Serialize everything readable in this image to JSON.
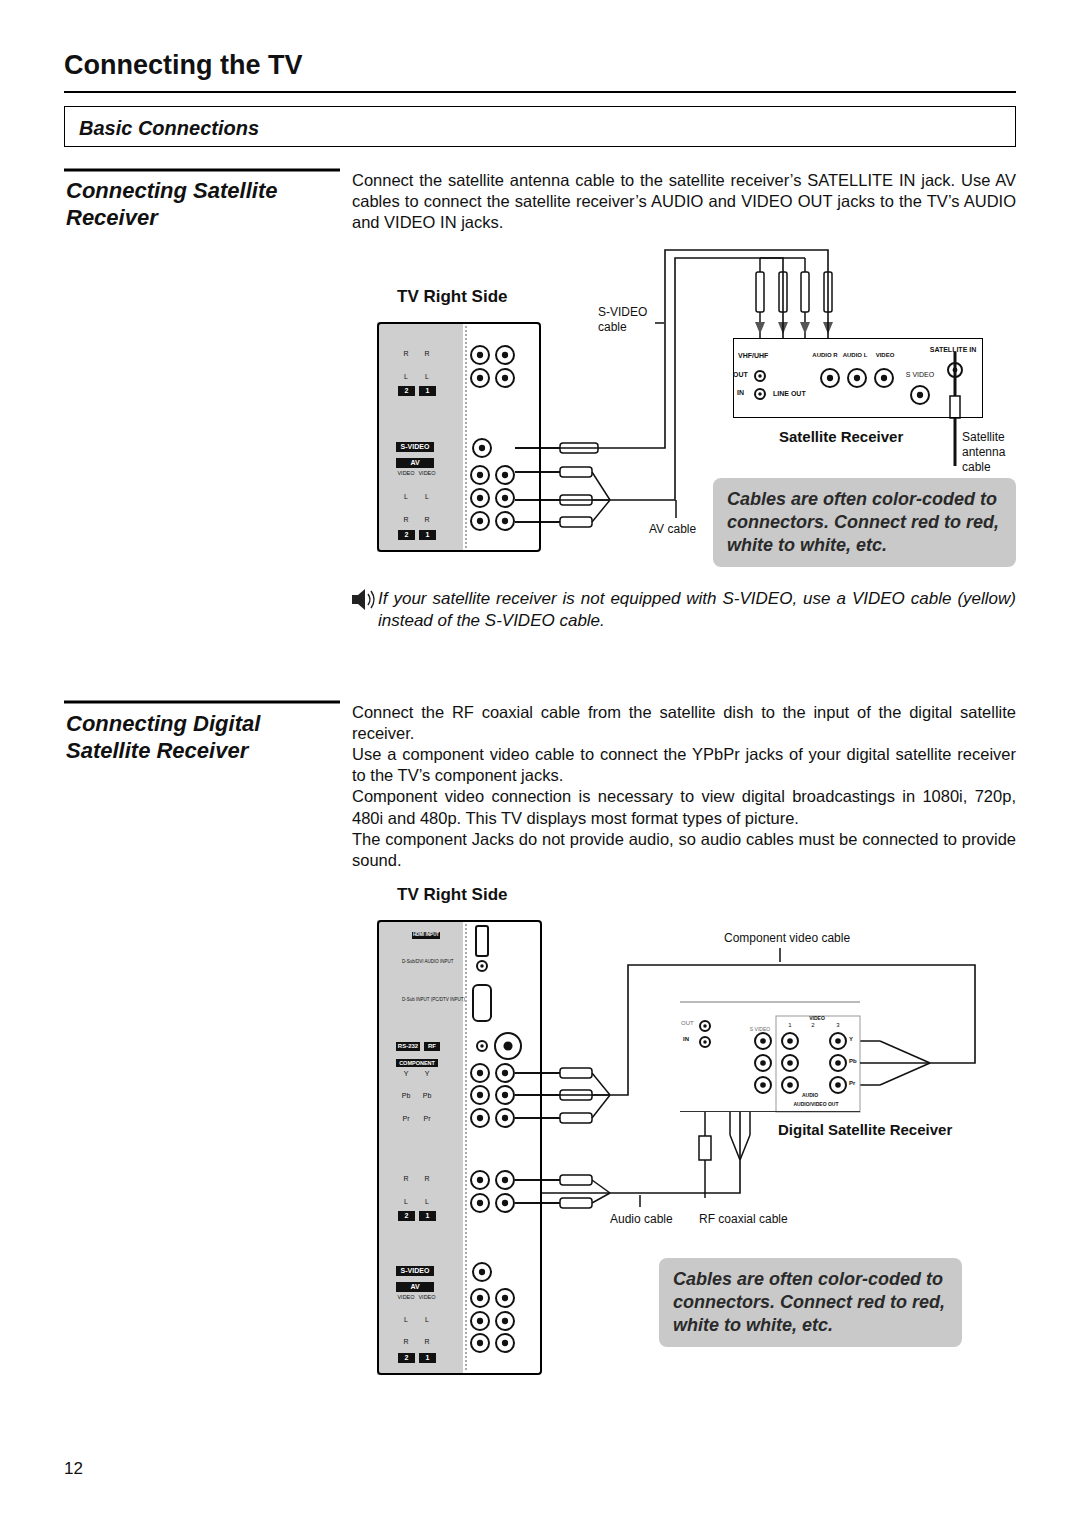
{
  "diagram": {
    "title": "Connecting the TV",
    "nodes": [
      {
        "text": [
          "Basic Connections"
        ]
      },
      {
        "text": [
          "TV Right Side"
        ]
      },
      {
        "text": [
          "Satellite Receiver"
        ]
      },
      {
        "text": [
          "Cables are often color-coded to connectors. Connect red to red, white to white, etc."
        ]
      },
      {
        "text": [
          "TV Right Side"
        ]
      },
      {
        "text": [
          "Digital Satellite Receiver"
        ]
      },
      {
        "text": [
          "Cables are often color-coded to connectors. Connect red to red, white to white, etc."
        ]
      }
    ],
    "edges": [
      {
        "from": 1,
        "to": 2,
        "arrow": "none"
      },
      {
        "from": 1,
        "to": 2,
        "arrow": "none"
      },
      {
        "from": 4,
        "to": 5,
        "arrow": "none"
      },
      {
        "from": 4,
        "to": 5,
        "arrow": "none"
      }
    ],
    "labels": [
      "Connecting Satellite Receiver",
      "Connect the satellite antenna cable to the satellite receiver’s SATELLITE IN jack. Use AV cables to connect the satellite receiver’s AUDIO and VIDEO OUT jacks to the TV’s AUDIO and VIDEO IN jacks.",
      "S-VIDEO cable",
      "AV cable",
      "Satellite antenna cable",
      "If your satellite receiver is not equipped with S-VIDEO, use a VIDEO cable (yellow) instead of the S-VIDEO cable.",
      "Connecting Digital Satellite Receiver",
      "Connect the RF coaxial cable from the satellite dish to the input of the digital satellite receiver.",
      "Use a component video cable to connect the YPbPr jacks of your digital satellite receiver to the TV’s component jacks.",
      "Component video connection is necessary to view digital broadcastings in 1080i, 720p, 480i and 480p. This TV displays most format types of picture.",
      "The component Jacks do not provide audio, so audio cables must be connected to provide sound.",
      "Component video cable",
      "Audio cable",
      "RF coaxial cable",
      "12",
      "R",
      "R",
      "L",
      "L",
      "2",
      "1",
      "S-VIDEO",
      "AV",
      "VIDEO",
      "VIDEO",
      "L",
      "L",
      "R",
      "R",
      "2",
      "1",
      "HDMI INPUT",
      "D-Sub/DVI AUDIO INPUT",
      "D-Sub INPUT (PC/DTV INPUT)",
      "RS-232",
      "RF",
      "COMPONENT",
      "Y",
      "Y",
      "Pb",
      "Pb",
      "Pr",
      "Pr",
      "R",
      "R",
      "L",
      "L",
      "2",
      "1",
      "S-VIDEO",
      "AV",
      "VIDEO",
      "VIDEO",
      "L",
      "L",
      "R",
      "R",
      "2",
      "1",
      "VHF/UHF",
      "AUDIO R",
      "AUDIO L",
      "VIDEO",
      "SATELLITE IN",
      "OUT",
      "IN",
      "S VIDEO",
      "LINE OUT",
      "OUT",
      "IN",
      "S VIDEO",
      "VIDEO",
      "1",
      "2",
      "3",
      "Y",
      "Pb",
      "Pr",
      "AUDIO",
      "AUDIO/VIDEO OUT"
    ]
  }
}
